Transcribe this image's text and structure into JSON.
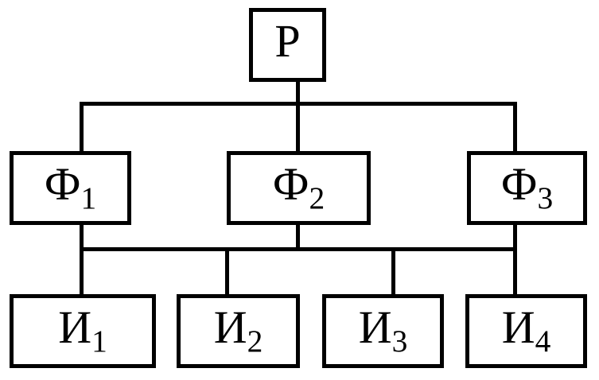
{
  "diagram": {
    "type": "hierarchy-block-diagram",
    "colors": {
      "background": "#ffffff",
      "stroke": "#000000",
      "text": "#000000"
    },
    "nodes": {
      "p": {
        "base": "Р",
        "sub": ""
      },
      "f1": {
        "base": "Ф",
        "sub": "1"
      },
      "f2": {
        "base": "Ф",
        "sub": "2"
      },
      "f3": {
        "base": "Ф",
        "sub": "3"
      },
      "i1": {
        "base": "И",
        "sub": "1"
      },
      "i2": {
        "base": "И",
        "sub": "2"
      },
      "i3": {
        "base": "И",
        "sub": "3"
      },
      "i4": {
        "base": "И",
        "sub": "4"
      }
    },
    "edges": [
      {
        "from": "p",
        "to": "f1",
        "via": "bus1"
      },
      {
        "from": "p",
        "to": "f2",
        "via": "bus1"
      },
      {
        "from": "p",
        "to": "f3",
        "via": "bus1"
      },
      {
        "from": "f1",
        "to": "bus2"
      },
      {
        "from": "f2",
        "to": "bus2"
      },
      {
        "from": "f3",
        "to": "bus2"
      },
      {
        "from": "bus2",
        "to": "i1"
      },
      {
        "from": "bus2",
        "to": "i2"
      },
      {
        "from": "bus2",
        "to": "i3"
      },
      {
        "from": "bus2",
        "to": "i4"
      }
    ]
  }
}
